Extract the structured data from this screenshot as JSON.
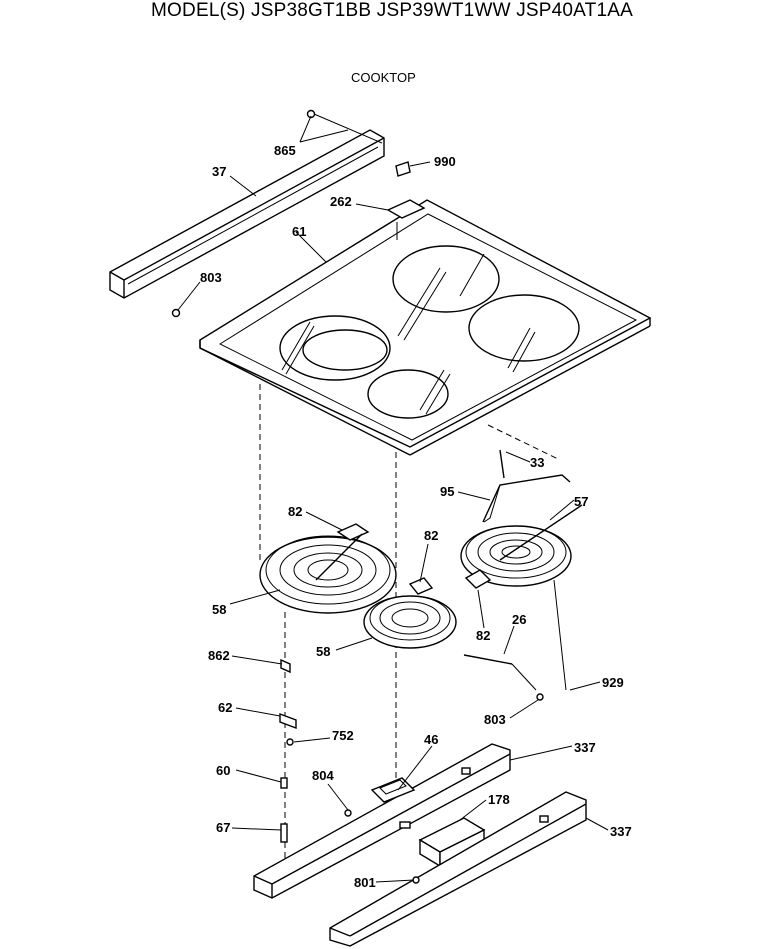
{
  "header": {
    "title": "MODEL(S) JSP38GT1BB  JSP39WT1WW  JSP40AT1AA",
    "section": "COOKTOP"
  },
  "parts": {
    "p865": "865",
    "p37": "37",
    "p990": "990",
    "p262": "262",
    "p61": "61",
    "p803a": "803",
    "p33": "33",
    "p95": "95",
    "p57": "57",
    "p82a": "82",
    "p82b": "82",
    "p82c": "82",
    "p58a": "58",
    "p58b": "58",
    "p26": "26",
    "p929": "929",
    "p862": "862",
    "p62": "62",
    "p752": "752",
    "p803b": "803",
    "p46": "46",
    "p337a": "337",
    "p60": "60",
    "p804": "804",
    "p178": "178",
    "p67": "67",
    "p337b": "337",
    "p801": "801"
  }
}
